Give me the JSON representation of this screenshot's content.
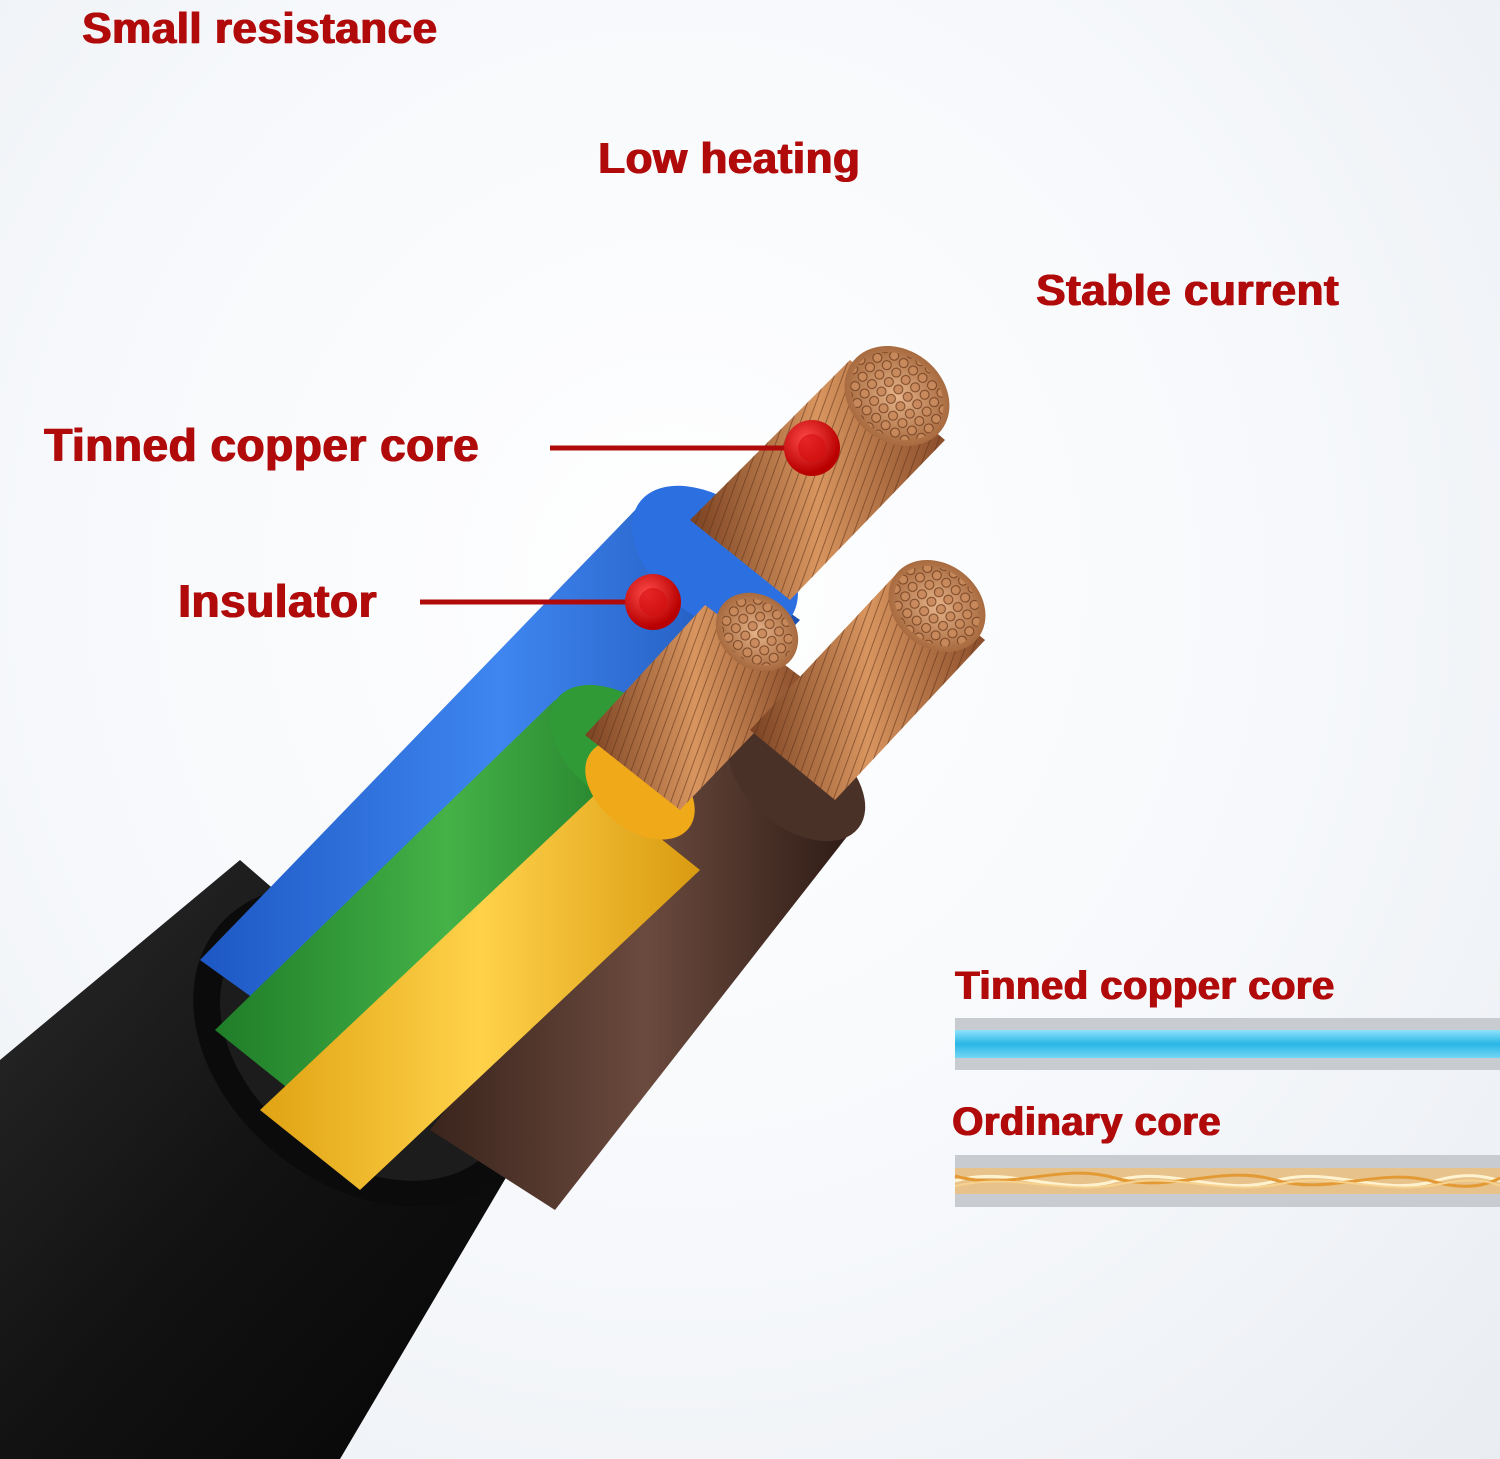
{
  "features": {
    "small_resistance": "Small resistance",
    "low_heating": "Low heating",
    "stable_current": "Stable current"
  },
  "callouts": {
    "copper_core": "Tinned copper core",
    "insulator": "Insulator"
  },
  "comparison": {
    "tinned_label": "Tinned copper core",
    "ordinary_label": "Ordinary core"
  },
  "colors": {
    "label_red": "#b10a0a",
    "dot_red": "#d40d0d",
    "sheath_black": "#141414",
    "insulator_blue": "#2a6fe0",
    "insulator_green": "#2f9a36",
    "insulator_yellow": "#f2b91f",
    "insulator_brown": "#4a3128",
    "copper": "#b77546",
    "tinned_wire": "#39c1ea",
    "ordinary_wire": "#f0b45c"
  }
}
